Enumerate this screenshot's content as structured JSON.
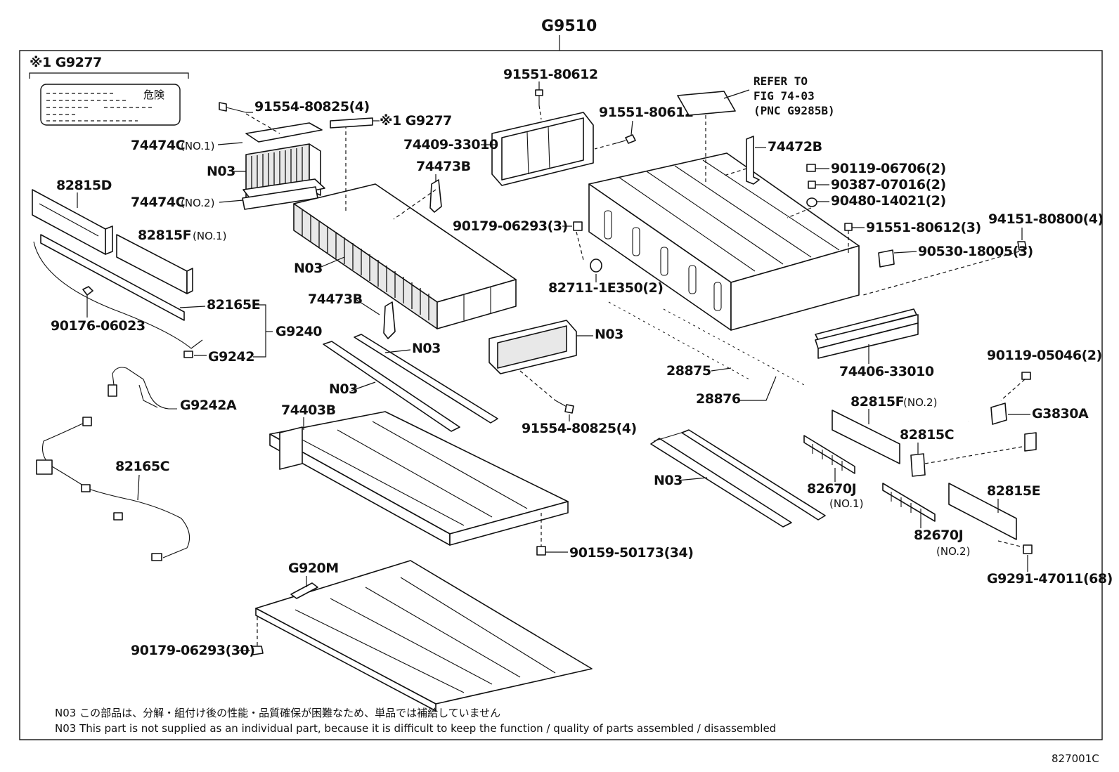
{
  "header": {
    "assembly_code": "G9510",
    "figure_id": "827001C"
  },
  "warning_label": {
    "code": "※1 G9277",
    "kanji": "危険"
  },
  "refer_note": {
    "line1": "REFER TO",
    "line2": "FIG 74-03",
    "line3": "(PNC G9285B)"
  },
  "labels": {
    "p91554_80825_top": "91554-80825(4)",
    "p74474c_no1": "74474C",
    "p74474c_no1_sub": "(NO.1)",
    "n03_top_module": "N03",
    "p74474c_no2": "74474C",
    "p74474c_no2_sub": "(NO.2)",
    "g9277_mid": "※1 G9277",
    "p82815d": "82815D",
    "p82815f_no1": "82815F",
    "p82815f_no1_sub": "(NO.1)",
    "n03_stack": "N03",
    "p82165e": "82165E",
    "g9240": "G9240",
    "g9242": "G9242",
    "p90176_06023": "90176-06023",
    "g9242a": "G9242A",
    "p82165c": "82165C",
    "p91551_80612_top": "91551-80612",
    "p91551_80612_mid": "91551-80612",
    "p74409_33010": "74409-33010",
    "p74473b_top": "74473B",
    "p74473b_mid": "74473B",
    "p90179_06293_3": "90179-06293(3)",
    "p74472b": "74472B",
    "p90119_06706": "90119-06706(2)",
    "p90387_07016": "90387-07016(2)",
    "p90480_14021": "90480-14021(2)",
    "p91551_80612_3": "91551-80612(3)",
    "p94151_80800": "94151-80800(4)",
    "p90530_18005": "90530-18005(3)",
    "p82711_1e350": "82711-1E350(2)",
    "n03_bracket": "N03",
    "n03_rod1": "N03",
    "n03_rod2": "N03",
    "p28875": "28875",
    "p28876": "28876",
    "p74406_33010": "74406-33010",
    "p90119_05046": "90119-05046(2)",
    "p91554_80825_bot": "91554-80825(4)",
    "p74403b": "74403B",
    "p82815f_no2": "82815F",
    "p82815f_no2_sub": "(NO.2)",
    "g3830a": "G3830A",
    "p82815c": "82815C",
    "n03_bottom_rod": "N03",
    "p82670j_no1": "82670J",
    "p82670j_no1_sub": "(NO.1)",
    "p82815e": "82815E",
    "p82670j_no2": "82670J",
    "p82670j_no2_sub": "(NO.2)",
    "p90159_50173": "90159-50173(34)",
    "g920m": "G920M",
    "g9291_47011": "G9291-47011(68)",
    "p90179_06293_30": "90179-06293(30)"
  },
  "footnotes": {
    "jp": "N03 この部品は、分解・組付け後の性能・品質確保が困難なため、単品では補給していません",
    "en": "N03 This part is not supplied as an individual part, because it is difficult to keep the function / quality of parts assembled / disassembled"
  }
}
